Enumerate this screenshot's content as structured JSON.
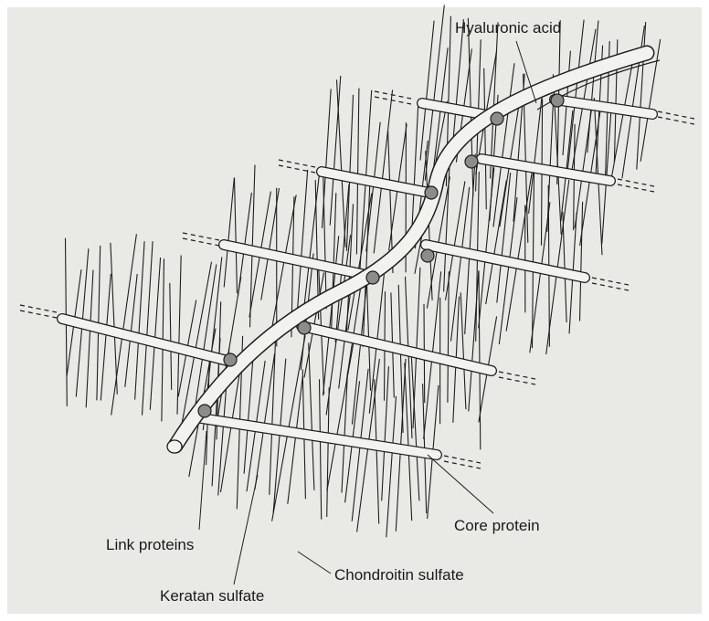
{
  "figure": {
    "labels": {
      "hyaluronic_acid": "Hyaluronic acid",
      "core_protein": "Core protein",
      "link_proteins": "Link proteins",
      "chondroitin_sulfate": "Chondroitin sulfate",
      "keratan_sulfate": "Keratan sulfate"
    }
  },
  "colors": {
    "paper": "#e9e9e6",
    "ink": "#1e1e1e",
    "rod_fill": "#f2f2ef",
    "link_fill": "#8c8c88"
  }
}
